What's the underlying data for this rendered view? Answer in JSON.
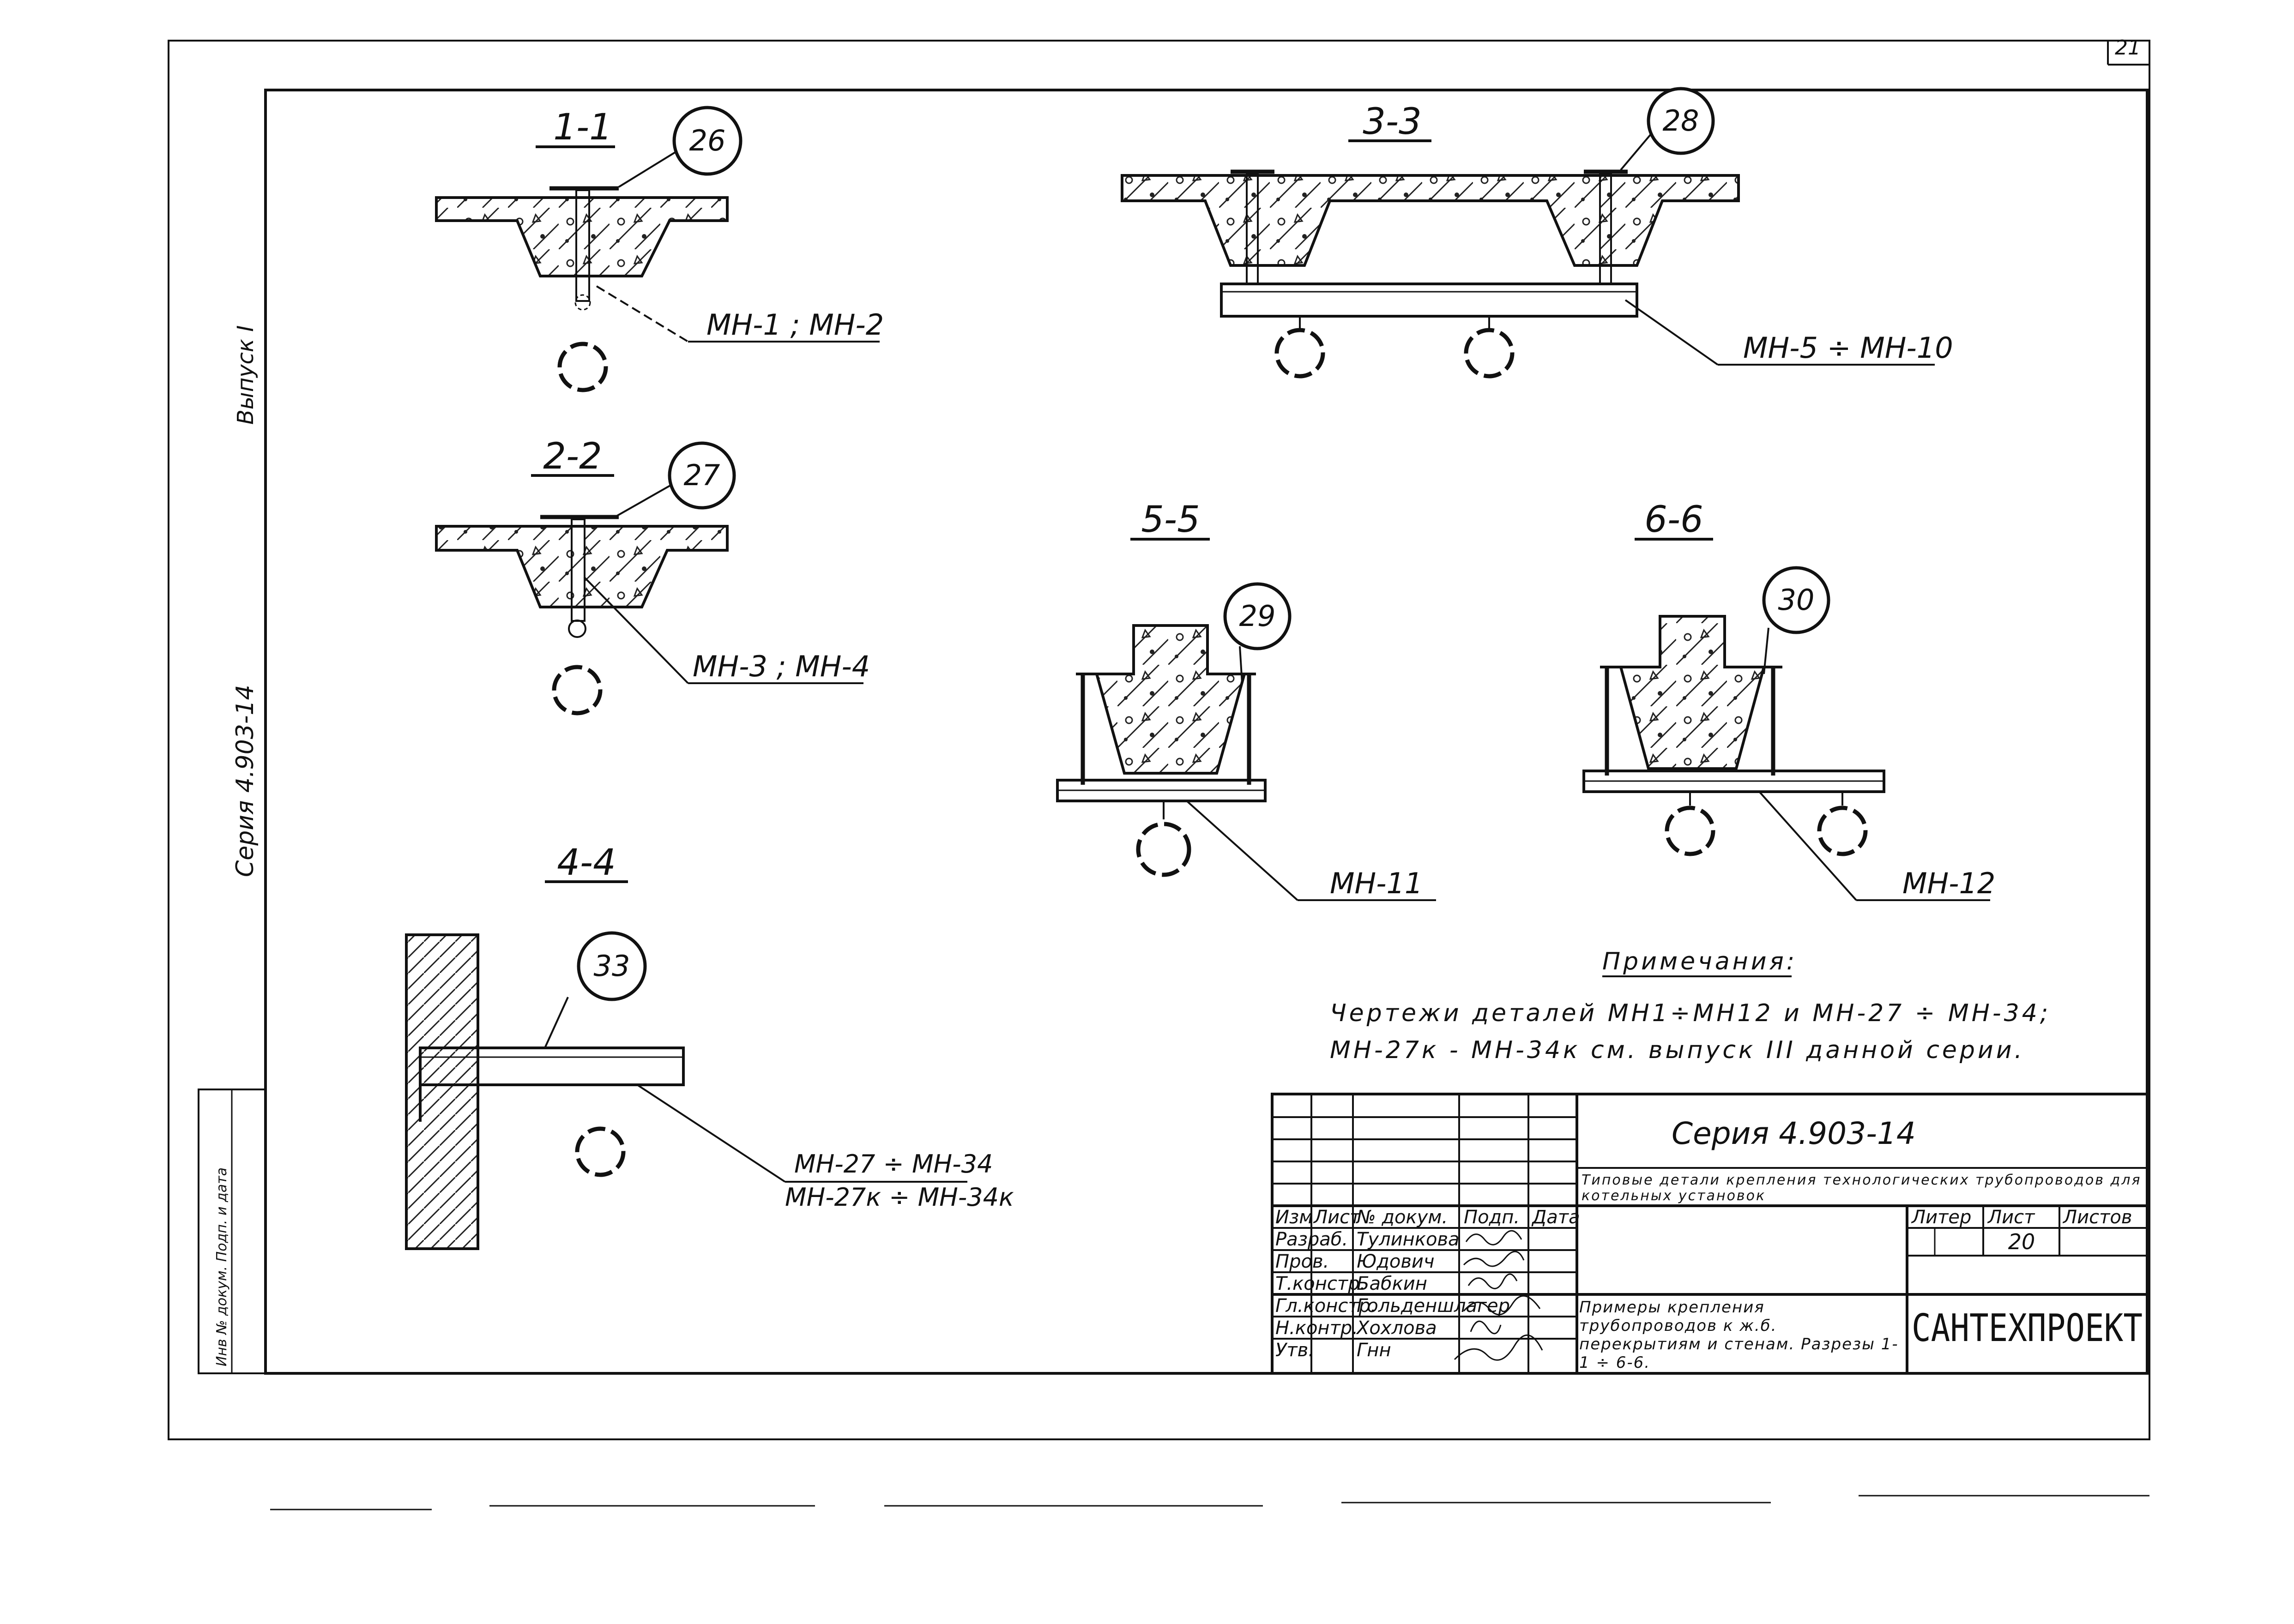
{
  "sheet": {
    "page_number": "21",
    "side_labels": {
      "issue": "Выпуск I",
      "series": "Серия 4.903-14",
      "stamp": "Инв № докум. Подп. и дата"
    }
  },
  "sections": [
    {
      "id": "1-1",
      "title": "1-1",
      "callout": "26",
      "marks": "МН-1 ; МН-2"
    },
    {
      "id": "2-2",
      "title": "2-2",
      "callout": "27",
      "marks": "МН-3 ; МН-4"
    },
    {
      "id": "3-3",
      "title": "3-3",
      "callout": "28",
      "marks": "МН-5 ÷ МН-10"
    },
    {
      "id": "4-4",
      "title": "4-4",
      "callout": "33",
      "marks_top": "МН-27 ÷ МН-34",
      "marks_bottom": "МН-27к ÷ МН-34к"
    },
    {
      "id": "5-5",
      "title": "5-5",
      "callout": "29",
      "marks": "МН-11"
    },
    {
      "id": "6-6",
      "title": "6-6",
      "callout": "30",
      "marks": "МН-12"
    }
  ],
  "notes": {
    "heading": "Примечания:",
    "line1": "Чертежи деталей МН1÷МН12 и МН-27 ÷ МН-34;",
    "line2": "МН-27к - МН-34к см. выпуск III данной серии."
  },
  "title_block": {
    "series": "Серия 4.903-14",
    "title": "Типовые детали крепления технологических трубопроводов для котельных установок",
    "headers": [
      "Изм",
      "Лист",
      "№ докум.",
      "Подп.",
      "Дата"
    ],
    "roles": [
      {
        "role": "Разраб.",
        "name": "Тулинкова"
      },
      {
        "role": "Пров.",
        "name": "Юдович"
      },
      {
        "role": "Т.констр.",
        "name": "Бабкин"
      },
      {
        "role": "Гл.констр.",
        "name": "Гольденшлагер"
      },
      {
        "role": "Н.контр.",
        "name": "Хохлова"
      },
      {
        "role": "Утв.",
        "name": "Гнн"
      }
    ],
    "stage_headers": [
      "Литер",
      "Лист",
      "Листов"
    ],
    "sheet_number": "20",
    "subject": "Примеры крепления трубопроводов к ж.б. перекрытиям и стенам. Разрезы 1-1 ÷ 6-6.",
    "organization": "САНТЕХПРОЕКТ"
  }
}
